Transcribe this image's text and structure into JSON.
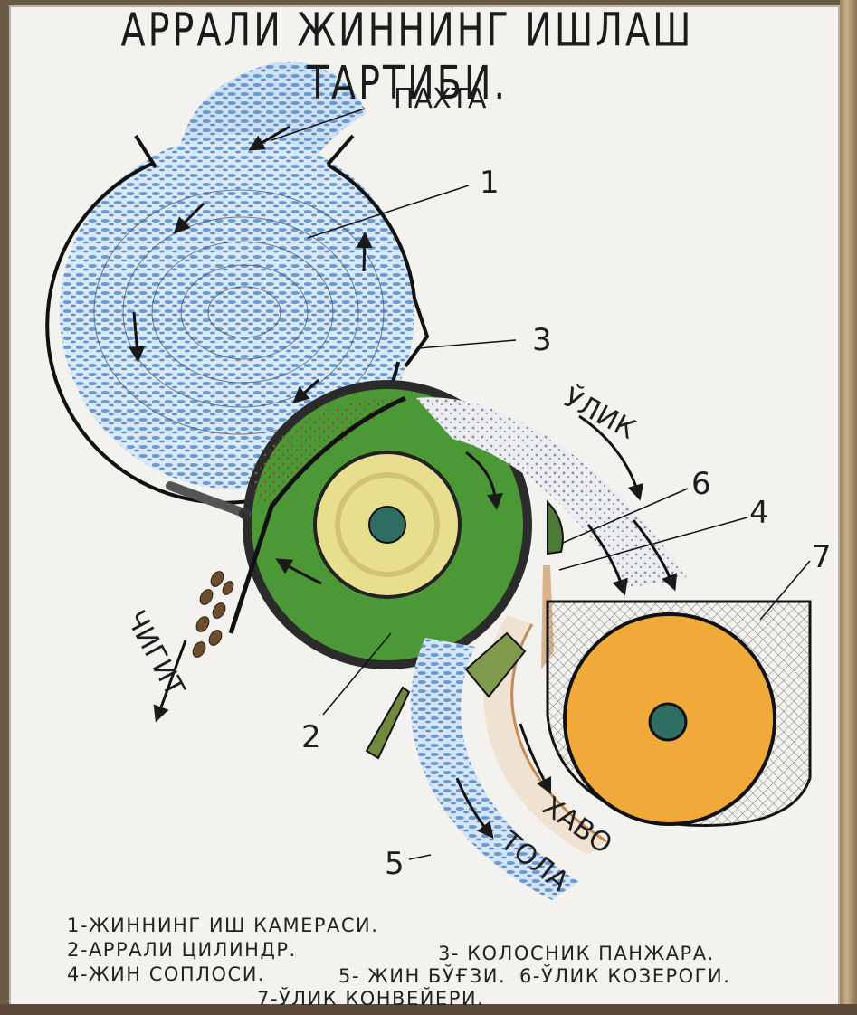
{
  "title": "АРРАЛИ ЖИННИНГ ИШЛАШ ТАРТИБИ.",
  "labels": {
    "pakhta": "ПАХТА",
    "ulik": "ЎЛИК",
    "chigit": "ЧИГИТ",
    "khavo": "ХАВО",
    "tola": "ТОЛА"
  },
  "numbers": {
    "n1": "1",
    "n2": "2",
    "n3": "3",
    "n4": "4",
    "n5": "5",
    "n6": "6",
    "n7": "7"
  },
  "legend": {
    "item1": "1-ЖИННИНГ ИШ КАМЕРАСИ.",
    "item2": "2-АРРАЛИ ЦИЛИНДР.",
    "item3": "3- КОЛОСНИК ПАНЖАРА.",
    "item4": "4-ЖИН СОПЛОСИ.",
    "item5": "5- ЖИН БЎҒЗИ.",
    "item6": "6-ЎЛИК КОЗЕРОГИ.",
    "item7": "7-ЎЛИК КОНВЕЙЕРИ."
  },
  "colors": {
    "cotton_blue": "#5b95d1",
    "saw_green": "#3e8a2e",
    "shaft_yellow": "#e6dc86",
    "conveyor_orange": "#eea02c",
    "hub": "#2f6f63",
    "ink": "#1a1a1a"
  }
}
